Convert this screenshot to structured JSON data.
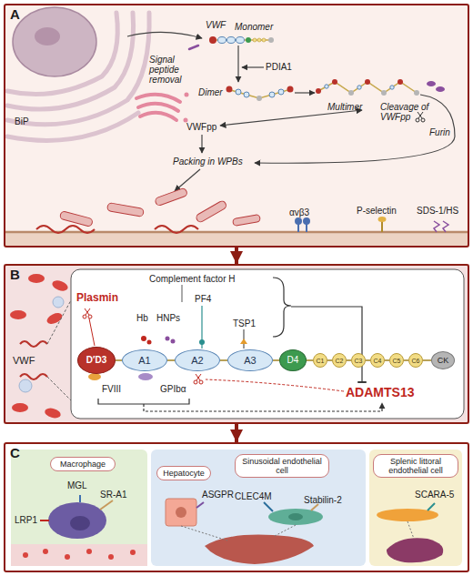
{
  "diagram": {
    "nodes": [
      {
        "text": [
          "A"
        ]
      },
      {
        "text": [
          "B"
        ]
      },
      {
        "text": [
          "D′D3"
        ],
        "in": 1
      },
      {
        "text": [
          "A1"
        ],
        "in": 1
      },
      {
        "text": [
          "A2"
        ],
        "in": 1
      },
      {
        "text": [
          "A3"
        ],
        "in": 1
      },
      {
        "text": [
          "D4"
        ],
        "in": 1
      },
      {
        "text": [
          "C1"
        ],
        "in": 1
      },
      {
        "text": [
          "C2"
        ],
        "in": 1
      },
      {
        "text": [
          "C3"
        ],
        "in": 1
      },
      {
        "text": [
          "C4"
        ],
        "in": 1
      },
      {
        "text": [
          "C5"
        ],
        "in": 1
      },
      {
        "text": [
          "C6"
        ],
        "in": 1
      },
      {
        "text": [
          "CK"
        ],
        "in": 1
      },
      {
        "text": [
          "C"
        ]
      },
      {
        "text": [
          "Macrophage"
        ],
        "in": 14
      },
      {
        "text": [
          "Hepatocyte"
        ],
        "in": 14
      },
      {
        "text": [
          "Sinusoidal endothelial cell"
        ],
        "in": 14
      },
      {
        "text": [
          "Splenic littoral endothelial cell"
        ],
        "in": 14
      }
    ],
    "edges": [
      {
        "from": 0,
        "to": 1,
        "arrow": "to"
      },
      {
        "from": 1,
        "to": 14,
        "arrow": "to"
      },
      {
        "from": 2,
        "to": 3,
        "arrow": "none"
      },
      {
        "from": 3,
        "to": 4,
        "arrow": "none"
      },
      {
        "from": 4,
        "to": 5,
        "arrow": "none"
      },
      {
        "from": 5,
        "to": 6,
        "arrow": "none"
      },
      {
        "from": 6,
        "to": 7,
        "arrow": "none"
      },
      {
        "from": 7,
        "to": 8,
        "arrow": "none"
      },
      {
        "from": 8,
        "to": 9,
        "arrow": "none"
      },
      {
        "from": 9,
        "to": 10,
        "arrow": "none"
      },
      {
        "from": 10,
        "to": 11,
        "arrow": "none"
      },
      {
        "from": 11,
        "to": 12,
        "arrow": "none"
      },
      {
        "from": 12,
        "to": 13,
        "arrow": "none"
      }
    ],
    "labels": [
      "BiP",
      "VWF",
      "Monomer",
      "Signal peptide removal",
      "PDIA1",
      "Dimer",
      "Multimer",
      "Cleavage of VWFpp",
      "Furin",
      "VWFpp",
      "Packing in WPBs",
      "αvβ3",
      "P-selectin",
      "SDS-1/HS",
      "VWF",
      "Complement factor H",
      "Plasmin",
      "PF4",
      "Hb",
      "HNPs",
      "TSP1",
      "FVIII",
      "GPIbα",
      "ADAMTS13",
      "MGL",
      "SR-A1",
      "LRP1",
      "ASGPR",
      "CLEC4M",
      "Stabilin-2",
      "SCARA-5"
    ]
  }
}
